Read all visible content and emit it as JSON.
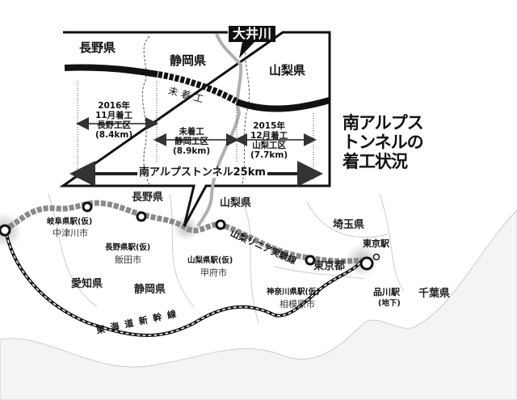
{
  "title": {
    "lines": [
      "南アルプス",
      "トンネルの",
      "着工状況"
    ]
  },
  "river_label": "大井川",
  "inset": {
    "prefectures": [
      "長野県",
      "静岡県",
      "山梨県"
    ],
    "unstarted_label": "未着工",
    "sections": [
      {
        "lines": [
          "2016年",
          "11月着工",
          "長野工区",
          "(8.4km)"
        ]
      },
      {
        "lines": [
          "未着工",
          "静岡工区",
          "(8.9km)"
        ]
      },
      {
        "lines": [
          "2015年",
          "12月着工",
          "山梨工区",
          "(7.7km)"
        ]
      }
    ],
    "tunnel_total": "南アルプストンネル25km"
  },
  "map": {
    "prefectures": {
      "nagano": "長野県",
      "yamanashi": "山梨県",
      "saitama": "埼玉県",
      "tokyo": "東京都",
      "aichi": "愛知県",
      "shizuoka": "静岡県",
      "chiba": "千葉県"
    },
    "stations": [
      {
        "name": "岐阜県駅(仮)",
        "city": "中津川市"
      },
      {
        "name": "長野県駅(仮)",
        "city": "飯田市"
      },
      {
        "name": "山梨県駅(仮)",
        "city": "甲府市"
      },
      {
        "name": "神奈川県駅(仮)",
        "city": "相模原市"
      },
      {
        "name": "東京駅"
      },
      {
        "name": "品川駅",
        "note": "(地下)"
      }
    ],
    "test_line": "山梨リニア実験線",
    "shinkansen": "東海道新幹線"
  },
  "colors": {
    "route": "#8a8a8a",
    "ink": "#111111",
    "river": "#b0b0b0"
  }
}
